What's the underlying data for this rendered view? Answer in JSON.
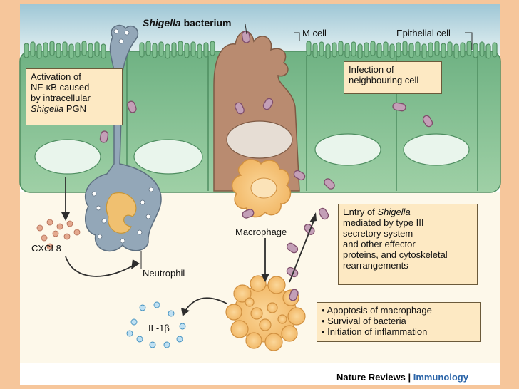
{
  "title_italic": "Shigella",
  "title_rest": " bacterium",
  "labels": {
    "m_cell": "M cell",
    "epithelial_cell": "Epithelial cell",
    "macrophage": "Macrophage",
    "neutrophil": "Neutrophil",
    "cxcl8": "CXCL8",
    "il1b": "IL-1β"
  },
  "box_nfkb": {
    "line1": "Activation of",
    "line2": "NF-κB caused",
    "line3": "by intracellular",
    "line4_italic": "Shigella",
    "line4_rest": " PGN"
  },
  "box_infection": {
    "line1": "Infection of",
    "line2": "neighbouring cell"
  },
  "box_entry": {
    "line1_plain": "Entry of ",
    "line1_italic": "Shigella",
    "line2": "mediated by type III",
    "line3": "secretory system",
    "line4": "and other effector",
    "line5": "proteins, and cytoskeletal",
    "line6": "rearrangements"
  },
  "box_apoptosis": {
    "item1": "• Apoptosis of macrophage",
    "item2": "• Survival of bacteria",
    "item3": "• Initiation of inflammation"
  },
  "footer": {
    "publisher": "Nature Reviews",
    "separator": " | ",
    "journal": "Immunology"
  },
  "colors": {
    "background": "#f6c69b",
    "lumen": "#cfe3ea",
    "epithelium": "#7ab98c",
    "m_cell": "#b98b70",
    "neutrophil": "#93a7b8",
    "macrophage": "#f6c27a",
    "bacterium": "#c39fb7",
    "cytokine_cxcl8": "#c7866e",
    "cytokine_il1b": "#5aa2c8",
    "brand_blue": "#2a64a8"
  }
}
